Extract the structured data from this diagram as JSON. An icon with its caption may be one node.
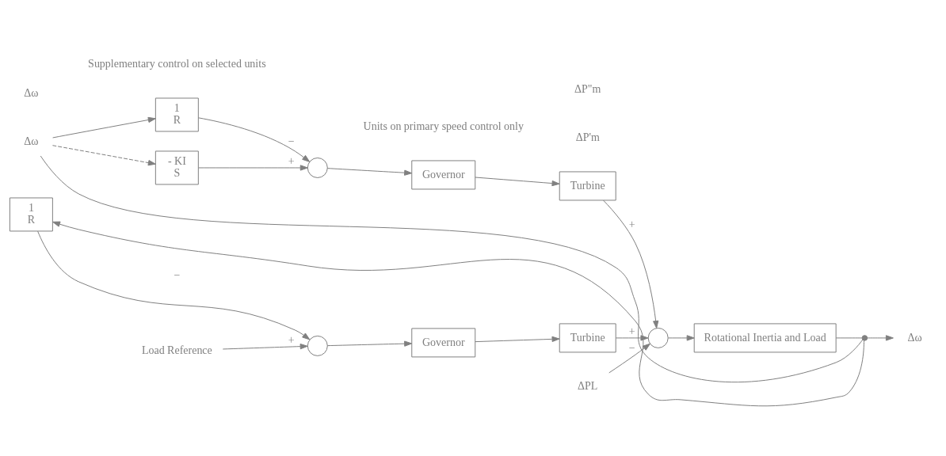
{
  "diagram": {
    "nodes": [
      {
        "text": [
          "Δω"
        ]
      },
      {
        "text": [
          "1",
          "R"
        ]
      },
      {
        "text": [
          "- KI",
          "S"
        ]
      },
      {
        "text": [],
        "shape": "circle"
      },
      {
        "text": [
          "Governor"
        ]
      },
      {
        "text": [
          "Turbine"
        ]
      },
      {
        "text": [
          "ΔPL"
        ]
      },
      {
        "text": [],
        "shape": "circle"
      },
      {
        "text": [
          "Rotational Inertia and Load"
        ]
      },
      {
        "text": [],
        "shape": "dot"
      },
      {
        "text": [
          "Δω"
        ]
      },
      {
        "text": [
          "Load Reference"
        ]
      },
      {
        "text": [],
        "shape": "circle"
      },
      {
        "text": [
          "Governor"
        ]
      },
      {
        "text": [
          "Turbine"
        ]
      },
      {
        "text": [
          "1",
          "R"
        ]
      }
    ],
    "edges": [
      {
        "from": 9,
        "to": 0,
        "arrow": "none"
      },
      {
        "from": 0,
        "to": 1,
        "arrow": "to"
      },
      {
        "from": 0,
        "to": 2,
        "arrow": "to",
        "style": "dashed"
      },
      {
        "from": 1,
        "to": 3,
        "arrow": "to",
        "label": "−"
      },
      {
        "from": 2,
        "to": 3,
        "arrow": "to",
        "label": "+"
      },
      {
        "from": 3,
        "to": 4,
        "arrow": "to"
      },
      {
        "from": 4,
        "to": 5,
        "arrow": "to"
      },
      {
        "from": 5,
        "to": 7,
        "arrow": "to",
        "label": "+"
      },
      {
        "from": 6,
        "to": 7,
        "arrow": "to",
        "label": "−"
      },
      {
        "from": 14,
        "to": 7,
        "arrow": "to",
        "label": "+"
      },
      {
        "from": 7,
        "to": 8,
        "arrow": "to"
      },
      {
        "from": 8,
        "to": 9,
        "arrow": "none"
      },
      {
        "from": 9,
        "to": 10,
        "arrow": "to"
      },
      {
        "from": 9,
        "to": 15,
        "arrow": "to"
      },
      {
        "from": 11,
        "to": 12,
        "arrow": "to",
        "label": "+"
      },
      {
        "from": 15,
        "to": 12,
        "arrow": "to",
        "label": "−"
      },
      {
        "from": 12,
        "to": 13,
        "arrow": "to"
      },
      {
        "from": 13,
        "to": 14,
        "arrow": "to"
      }
    ],
    "labels": [
      "Supplementary control on selected units",
      "ΔP'm",
      "ΔP\"m",
      "Units on primary speed control only",
      "Δω"
    ]
  }
}
